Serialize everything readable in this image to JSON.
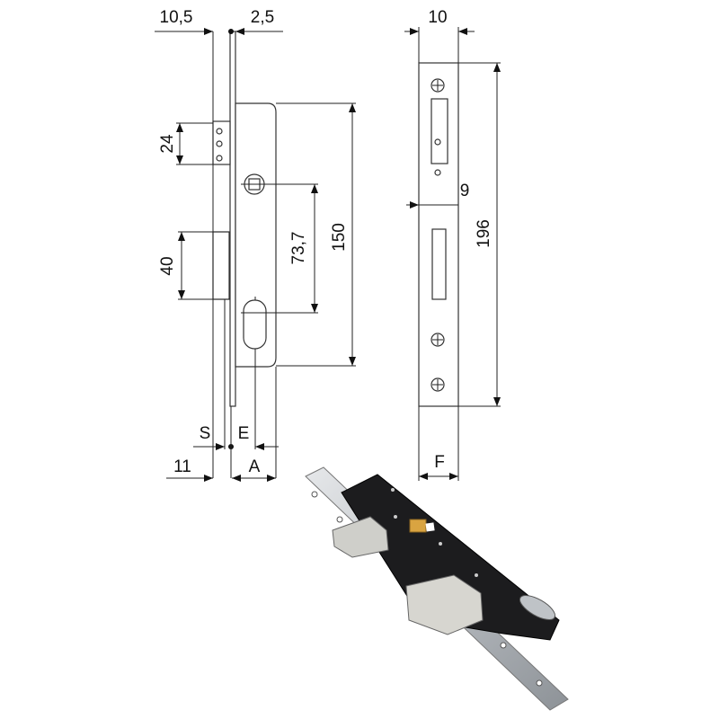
{
  "title": "Mortise lock dimensional drawing",
  "side_view": {
    "dim_backset_plate": "10,5",
    "dim_faceplate_thickness": "2,5",
    "dim_latch_height": "24",
    "dim_deadbolt_height": "40",
    "dim_spindle_to_cylinder": "73,7",
    "dim_case_height": "150",
    "label_s": "S",
    "label_e": "E",
    "dim_bolt_throw": "11",
    "label_a": "A"
  },
  "front_view": {
    "dim_faceplate_width": "10",
    "dim_offset": "9",
    "dim_faceplate_length": "196",
    "label_f": "F"
  },
  "colors": {
    "line": "#222222",
    "case_black": "#1a1a1a",
    "steel": "#c9ccd0",
    "brass": "#d9a441"
  }
}
